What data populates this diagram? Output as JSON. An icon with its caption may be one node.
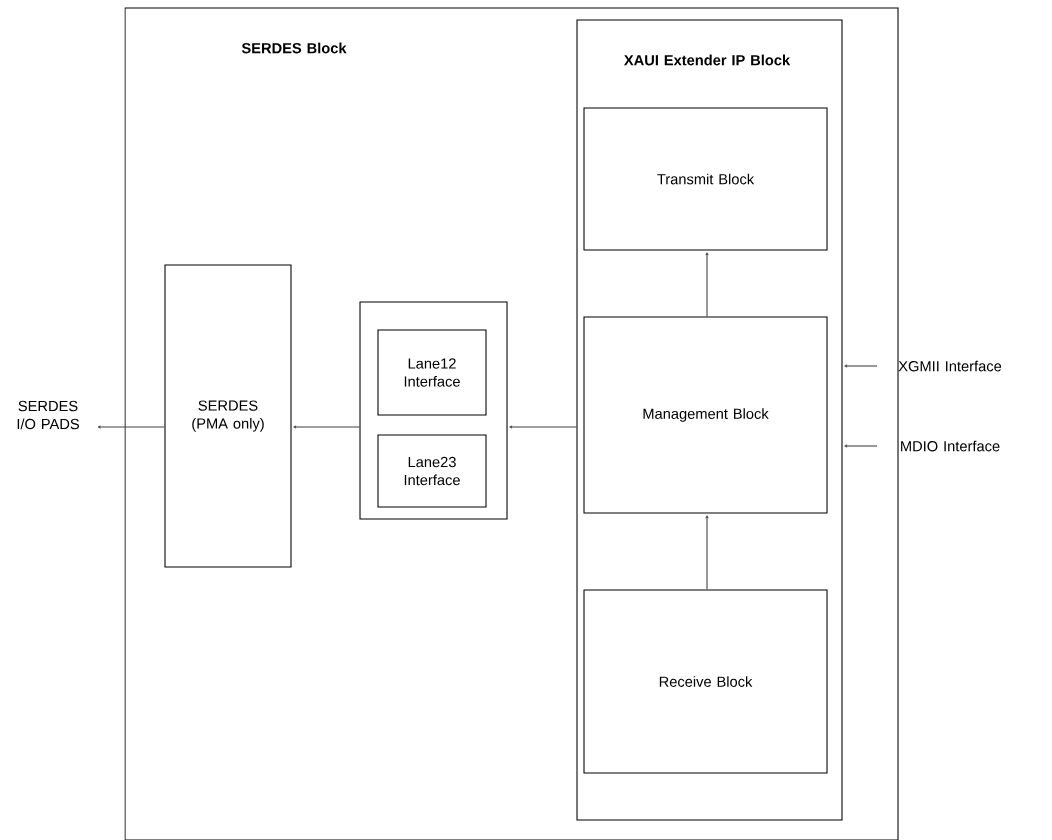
{
  "diagram": {
    "nodes": [
      {
        "text": [
          "SERDES Block"
        ]
      },
      {
        "text": [
          "SERDES I/O PADS"
        ]
      },
      {
        "text": [
          "SERDES (PMA only)"
        ],
        "in": 0
      },
      {
        "text": [],
        "shape": "box",
        "in": 0
      },
      {
        "text": [
          "Lane12 Interface"
        ],
        "in": 3
      },
      {
        "text": [
          "Lane23 Interface"
        ],
        "in": 3
      },
      {
        "text": [
          "XAUI Extender IP Block"
        ],
        "in": 0
      },
      {
        "text": [
          "Transmit Block"
        ],
        "in": 6
      },
      {
        "text": [
          "Management Block"
        ],
        "in": 6
      },
      {
        "text": [
          "Receive Block"
        ],
        "in": 6
      },
      {
        "text": [
          "XGMII Interface"
        ]
      },
      {
        "text": [
          "MDIO Interface"
        ]
      }
    ],
    "edges": [
      {
        "from": 2,
        "to": 1,
        "arrow": "to"
      },
      {
        "from": 3,
        "to": 2,
        "arrow": "to"
      },
      {
        "from": 6,
        "to": 3,
        "arrow": "to"
      },
      {
        "from": 8,
        "to": 7,
        "arrow": "to"
      },
      {
        "from": 9,
        "to": 8,
        "arrow": "to"
      },
      {
        "from": 10,
        "to": 6,
        "arrow": "to"
      },
      {
        "from": 11,
        "to": 6,
        "arrow": "to"
      }
    ]
  }
}
